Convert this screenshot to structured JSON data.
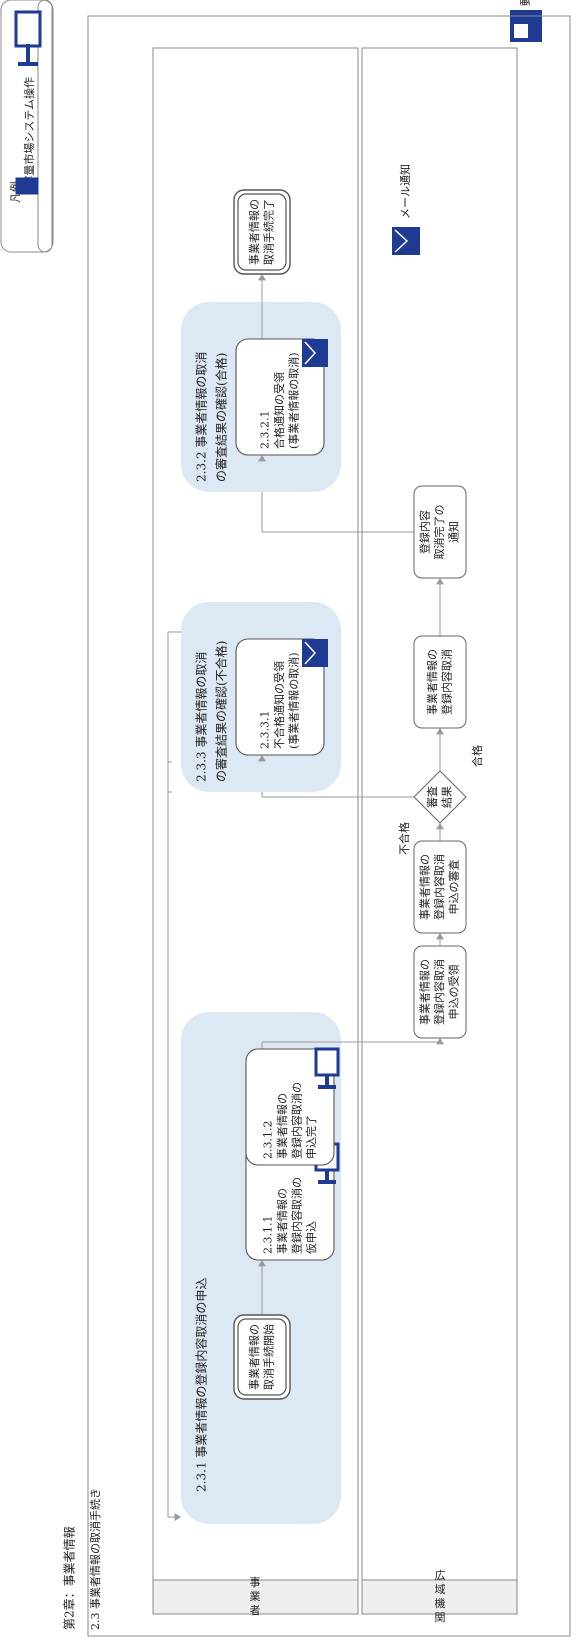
{
  "page": {
    "chapter": "第2章：事業者情報",
    "section": "2.3 事業者情報の取消手続き"
  },
  "legend": {
    "title": "凡例",
    "items": [
      {
        "icon": "monitor-icon",
        "label": "容量市場システム操作"
      },
      {
        "icon": "envelope-icon",
        "label": "メール通知"
      },
      {
        "icon": "mail-post-icon",
        "label": "郵送"
      }
    ]
  },
  "lanes": [
    {
      "id": "operator",
      "label": "事業者"
    },
    {
      "id": "occto",
      "label": "広域機関"
    }
  ],
  "groups": [
    {
      "id": "g231",
      "title": "2.3.1 事業者情報の登録内容取消の申込"
    },
    {
      "id": "g233",
      "title": "2.3.3 事業者情報の取消の審査結果の確認(不合格)"
    },
    {
      "id": "g232",
      "title": "2.3.2 事業者情報の取消の審査結果の確認(合格)"
    }
  ],
  "nodes": [
    {
      "id": "start",
      "type": "terminal",
      "lines": [
        "事業者情報の",
        "取消手続開始"
      ]
    },
    {
      "id": "t2311",
      "type": "task",
      "icon": "monitor-icon",
      "lines": [
        "2.3.1.1",
        "事業者情報の",
        "登録内容取消の",
        "仮申込"
      ]
    },
    {
      "id": "t2312",
      "type": "task",
      "icon": "monitor-icon",
      "lines": [
        "2.3.1.2",
        "事業者情報の",
        "登録内容取消の",
        "申込完了"
      ]
    },
    {
      "id": "r1",
      "type": "process",
      "lines": [
        "事業者情報の",
        "登録内容取消",
        "申込の受領"
      ]
    },
    {
      "id": "r2",
      "type": "process",
      "lines": [
        "事業者情報の",
        "登録内容取消",
        "申込の審査"
      ]
    },
    {
      "id": "d1",
      "type": "decision",
      "lines": [
        "審査",
        "結果"
      ]
    },
    {
      "id": "t2331",
      "type": "task",
      "icon": "envelope-icon",
      "lines": [
        "2.3.3.1",
        "不合格通知の受領",
        "(事業者情報の取消)"
      ]
    },
    {
      "id": "r3",
      "type": "process",
      "lines": [
        "事業者情報の",
        "登録内容取消"
      ]
    },
    {
      "id": "r4",
      "type": "process",
      "lines": [
        "登録内容",
        "取消完了の",
        "通知"
      ]
    },
    {
      "id": "t2321",
      "type": "task",
      "icon": "envelope-icon",
      "lines": [
        "2.3.2.1",
        "合格通知の受領",
        "(事業者情報の取消)"
      ]
    },
    {
      "id": "end",
      "type": "terminal",
      "lines": [
        "事業者情報の",
        "取消手続完了"
      ]
    }
  ],
  "branch_labels": {
    "fail": "不合格",
    "pass": "合格"
  },
  "colors": {
    "group_fill": "#dde8f5",
    "lane_header": "#efefef",
    "icon_blue": "#1f3a93",
    "arrow": "#9a9a9a",
    "border": "#8a8a8a"
  }
}
